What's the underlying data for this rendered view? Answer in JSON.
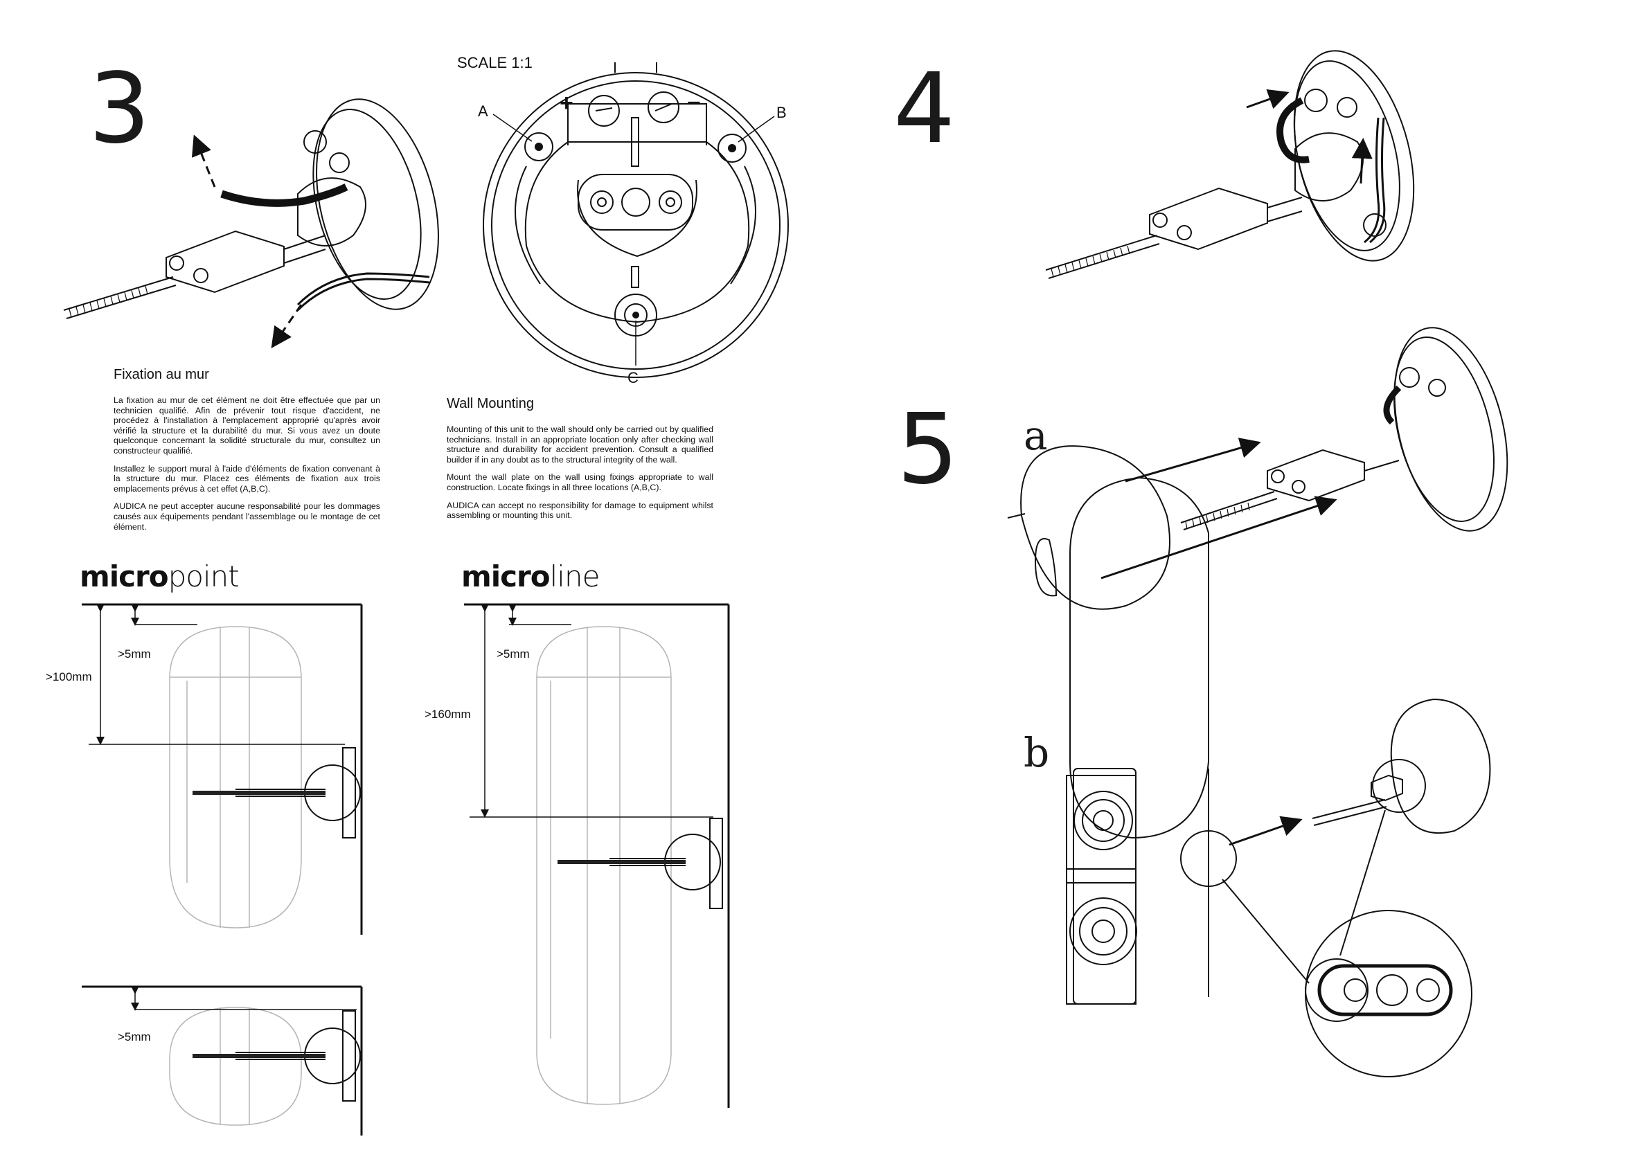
{
  "steps": {
    "step3": "3",
    "step4": "4",
    "step5": "5",
    "sub_a": "a",
    "sub_b": "b"
  },
  "scale_diagram": {
    "scale_label": "SCALE 1:1",
    "label_a": "A",
    "label_b": "B",
    "label_c": "C",
    "plus": "+",
    "minus": "−"
  },
  "french": {
    "heading": "Fixation au mur",
    "p1": "La fixation au mur de cet élément ne doit être effectuée que par un technicien qualifié. Afin de prévenir tout risque d'accident, ne procédez à l'installation à l'emplacement approprié qu'après avoir vérifié la structure et la durabilité du mur. Si vous avez un doute quelconque concernant la solidité structurale du mur, consultez un constructeur qualifié.",
    "p2": "Installez le support mural à l'aide d'éléments de fixation convenant à la structure du mur. Placez ces éléments de fixation aux trois emplacements prévus à cet effet (A,B,C).",
    "p3": "AUDICA ne peut accepter aucune responsabilité pour les dommages causés aux équipements pendant l'assemblage ou le montage de cet élément."
  },
  "english": {
    "heading": "Wall Mounting",
    "p1": "Mounting of this unit to the wall should only be carried out by qualified technicians. Install in an appropriate location only after checking wall structure and durability for accident prevention. Consult a qualified builder if in any doubt as to the structural integrity of the wall.",
    "p2": "Mount the wall plate on the wall using fixings appropriate to wall construction. Locate fixings in all three locations (A,B,C).",
    "p3": "AUDICA can accept no responsibility for damage to equipment whilst assembling or mounting this unit."
  },
  "micropoint": {
    "brand_bold": "micro",
    "brand_light": "point",
    "gap_top": ">5mm",
    "height": ">100mm",
    "gap_top_2": ">5mm"
  },
  "microline": {
    "brand_bold": "micro",
    "brand_light": "line",
    "gap_top": ">5mm",
    "height": ">160mm"
  }
}
